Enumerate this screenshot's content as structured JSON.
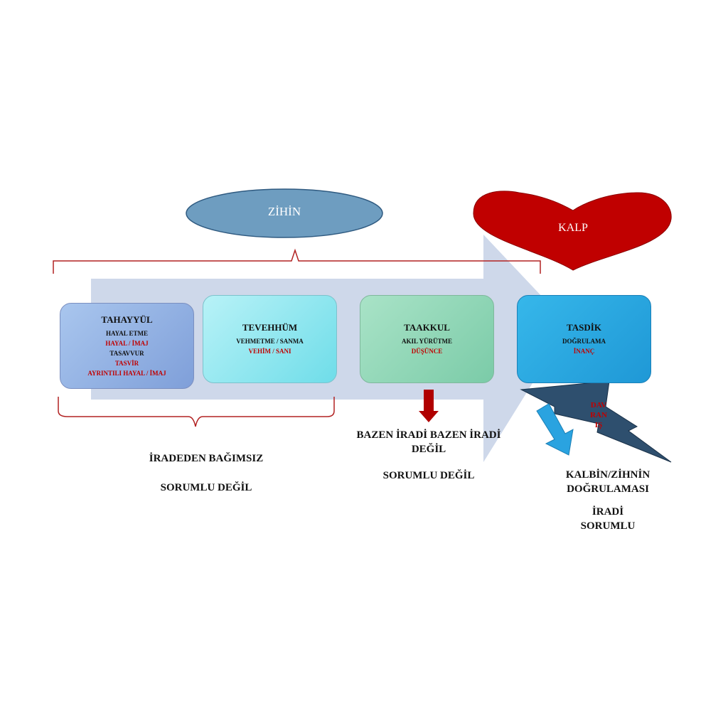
{
  "zihin": "ZİHİN",
  "kalp": "KALP",
  "boxes": {
    "tahayyul": {
      "title": "TAHAYYÜL",
      "lines": [
        "HAYAL ETME",
        "HAYAL / İMAJ",
        "TASAVVUR",
        "TASVİR",
        "AYRINTILI HAYAL / İMAJ"
      ]
    },
    "tevehhum": {
      "title": "TEVEHHÜM",
      "lines": [
        "VEHMETME / SANMA",
        "VEHİM / SANI"
      ]
    },
    "taakkul": {
      "title": "TAAKKUL",
      "lines": [
        "AKIL YÜRÜTME",
        "DÜŞÜNCE"
      ]
    },
    "tasdik": {
      "title": "TASDİK",
      "lines": [
        "DOĞRULAMA",
        "İNANÇ"
      ]
    }
  },
  "labels": {
    "irade_bagimsiz": "İRADEDEN BAĞIMSIZ",
    "sorumlu_degil_1": "SORUMLU DEĞİL",
    "bazen": "BAZEN İRADİ BAZEN İRADİ DEĞİL",
    "sorumlu_degil_2": "SORUMLU DEĞİL",
    "kalbin": "KALBİN/ZİHNİN DOĞRULAMASI",
    "iradi_sorumlu": "İRADİ SORUMLU",
    "davranis": [
      "DAV",
      "RAN",
      "IŞ"
    ]
  },
  "colors": {
    "arrow": "#ced8ea",
    "oval": "#6e9dc0",
    "heart": "#c00000",
    "bracket": "#b22222",
    "lightning": "#2e4f6e",
    "blue_arrow": "#2aa3e0",
    "red_arrow": "#b00000"
  }
}
